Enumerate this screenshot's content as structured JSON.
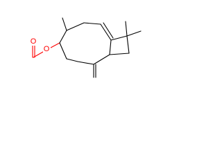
{
  "structure": {
    "type": "skeletal-formula",
    "atom_labels": {
      "ring_oxygen": "O",
      "carbonyl_oxygen": "O"
    },
    "colors": {
      "bond": "#000000",
      "oxygen": "#ff0000",
      "background": "#ffffff"
    }
  }
}
